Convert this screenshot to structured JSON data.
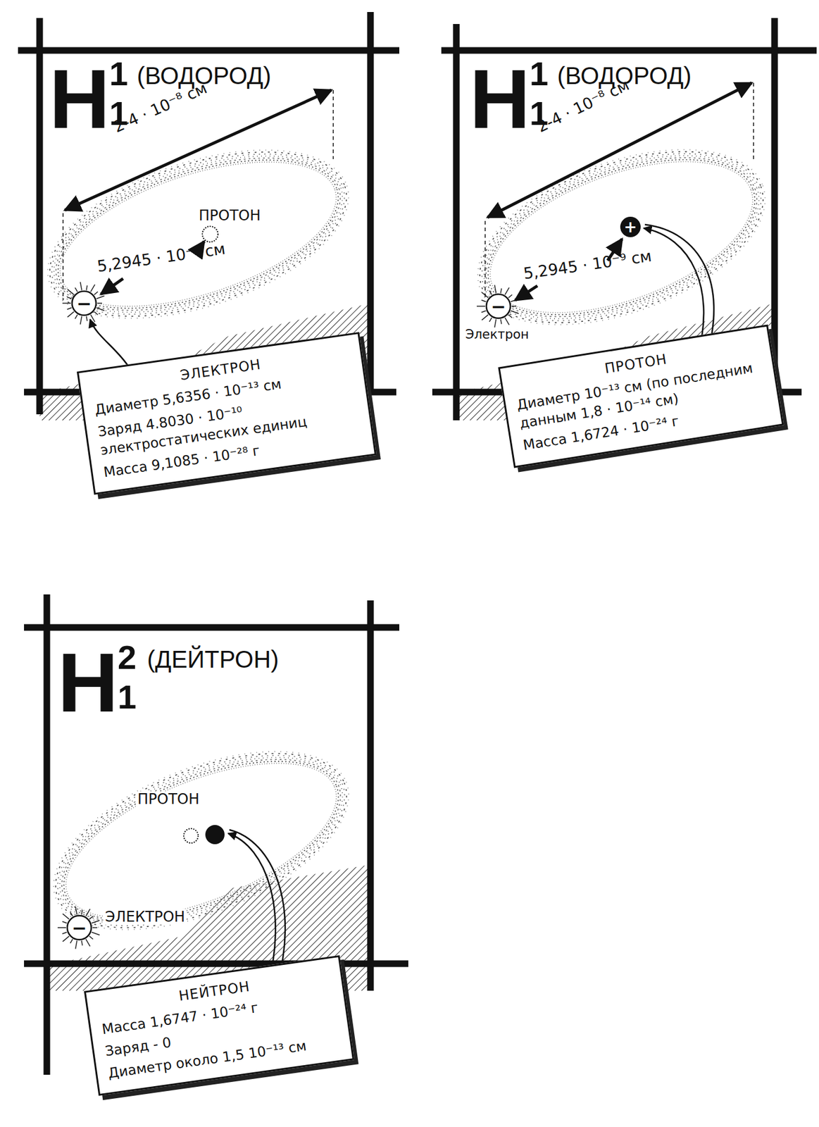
{
  "diagram": {
    "nodes": [
      {
        "text": [
          "ЭЛЕКТРОН",
          "Диаметр 5,6356 · 10⁻¹³ см",
          "Заряд 4.8030 · 10⁻¹⁰ электростатических единиц",
          "Масса 9,1085 · 10⁻²⁸ г"
        ]
      },
      {
        "text": [
          "ПРОТОН",
          "Диаметр 10⁻¹³ см (по последним данным 1,8 · 10⁻¹⁴ см)",
          "Масса 1,6724 · 10⁻²⁴ г"
        ]
      },
      {
        "text": [
          "НЕЙТРОН",
          "Масса 1,6747 · 10⁻²⁴ г",
          "Заряд - 0",
          "Диаметр около 1,5 10⁻¹³ см"
        ]
      }
    ],
    "labels": [
      "H",
      "1",
      "1",
      "(ВОДОРОД)",
      "2-4 · 10⁻⁸ см",
      "ПРОТОН",
      "5,2945 · 10⁻⁹ см",
      "−",
      "H",
      "1",
      "1",
      "(ВОДОРОД)",
      "2-4 · 10⁻⁸ см",
      "5,2945 · 10⁻⁹ см",
      "Электрон",
      "−",
      "+",
      "H",
      "2",
      "1",
      "(ДЕЙТРОН)",
      "ПРОТОН",
      "ЭЛЕКТРОН",
      "−"
    ]
  }
}
